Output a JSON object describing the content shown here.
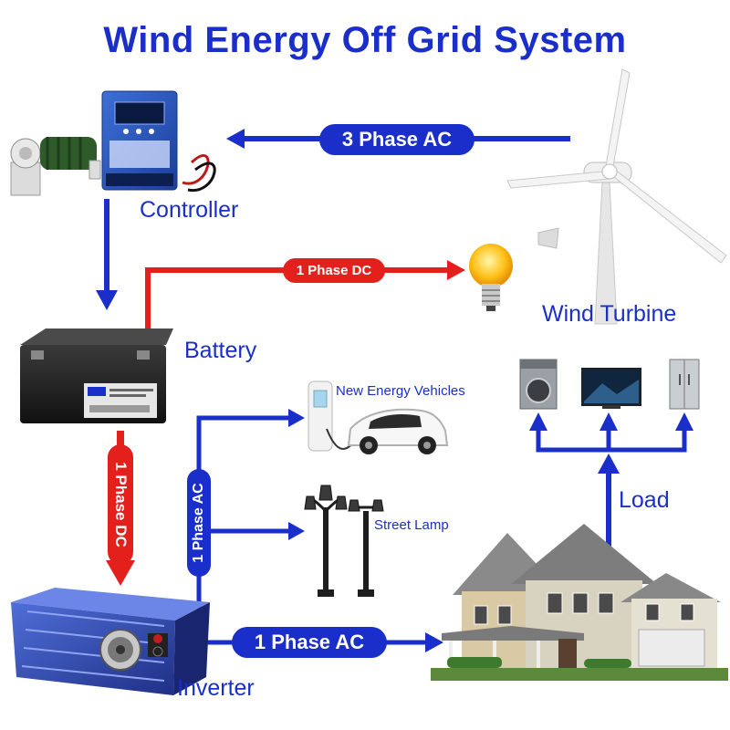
{
  "title": "Wind Energy Off Grid System",
  "components": {
    "controller": "Controller",
    "battery": "Battery",
    "inverter": "Inverter",
    "wind_turbine": "Wind Turbine",
    "load": "Load",
    "ev": "New Energy Vehicles",
    "street_lamp": "Street Lamp"
  },
  "flows": {
    "turbine_to_controller": "3 Phase AC",
    "battery_to_bulb": "1 Phase DC",
    "battery_to_inverter": "1 Phase DC",
    "inverter_to_loads": "1 Phase AC",
    "inverter_to_house": "1 Phase AC"
  },
  "colors": {
    "ac_line": "#1a2fc9",
    "dc_line": "#e3201b",
    "title": "#1a2fc9"
  },
  "icons": [
    "resistor-icon",
    "controller-icon",
    "battery-icon",
    "inverter-icon",
    "wind-turbine-icon",
    "light-bulb-icon",
    "ev-charger-icon",
    "car-icon",
    "street-lamp-icon",
    "house-icon",
    "washing-machine-icon",
    "tv-icon",
    "refrigerator-icon"
  ]
}
